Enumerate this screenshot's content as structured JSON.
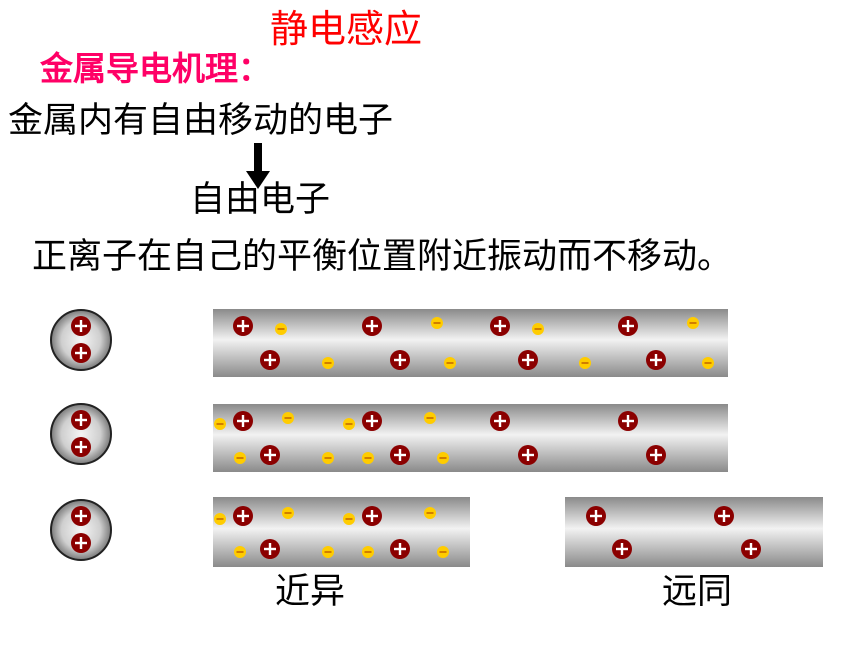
{
  "title": "静电感应",
  "subtitle": "金属导电机理：",
  "line1": "金属内有自由移动的电子",
  "line2": "自由电子",
  "line3": "正离子在自己的平衡位置附近振动而不移动。",
  "labels": {
    "near": "近异",
    "far": "远同"
  },
  "colors": {
    "title": "#ff0000",
    "subtitle": "#ff0066",
    "positive_ion": "#8b0000",
    "electron": "#ffcc00"
  }
}
